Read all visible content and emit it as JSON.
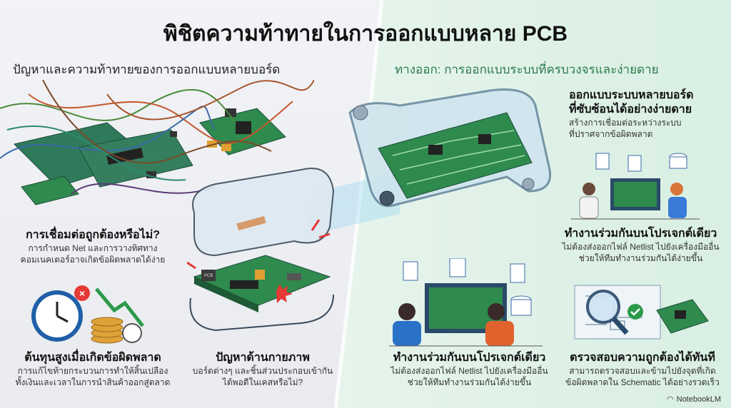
{
  "title": "พิชิตความท้าทายในการออกแบบหลาย PCB",
  "left": {
    "heading": "ปัญหาและความท้าทายของการออกแบบหลายบอร์ด",
    "items": [
      {
        "title": "การเชื่อมต่อถูกต้องหรือไม่?",
        "lines": [
          "การกำหนด Net และการวางทิศทาง",
          "คอมเนคเตอร์อาจเกิดข้อผิดพลาดได้ง่าย"
        ]
      },
      {
        "title": "ต้นทุนสูงเมื่อเกิดข้อผิดพลาด",
        "lines": [
          "การแก้ไขท้ายกระบวนการทำให้สิ้นเปลือง",
          "ทั้งเงินและเวลาในการนำสินค้าออกสู่ตลาด"
        ]
      },
      {
        "title": "ปัญหาด้านกายภาพ",
        "lines": [
          "บอร์ดต่างๆ และชิ้นส่วนประกอบเข้ากัน",
          "ได้พอดีในเคสหรือไม่?"
        ]
      }
    ],
    "pcb_label": "PCB"
  },
  "right": {
    "heading": "ทางออก: การออกแบบระบบที่ครบวงจรและง่ายดาย",
    "items": [
      {
        "title_lines": [
          "ออกแบบระบบหลายบอร์ด",
          "ที่ซับซ้อนได้อย่างง่ายดาย"
        ],
        "lines": [
          "สร้างการเชื่อมต่อระหว่างระบบ",
          "ที่ปราศจากข้อผิดพลาด"
        ]
      },
      {
        "title": "ทำงานร่วมกันบนโปรเจกต์เดียว",
        "lines": [
          "ไม่ต้องส่งออกไฟล์ Netlist ไปยังเครื่องมืออื่น",
          "ช่วยให้ทีมทำงานร่วมกันได้ง่ายขึ้น"
        ]
      },
      {
        "title": "ทำงานร่วมกันบนโปรเจกต์เดียว",
        "lines": [
          "ไม่ต้องส่งออกไฟล์ Netlist ไปยังเครื่องมืออื่น",
          "ช่วยให้ทีมทำงานร่วมกันได้ง่ายขึ้น"
        ]
      },
      {
        "title": "ตรวจสอบความถูกต้องได้ทันที",
        "lines": [
          "สามารถตรวจสอบและข้ามไปยังจุดที่เกิด",
          "ข้อผิดพลาดใน Schematic ได้อย่างรวดเร็ว"
        ]
      }
    ]
  },
  "branding": "NotebookLM",
  "colors": {
    "left_bg": "#eef0f3",
    "right_bg": "#e2f2ea",
    "accent_green": "#2c7a4b",
    "pcb_green": "#2f8a4e",
    "alert_red": "#e53935"
  }
}
